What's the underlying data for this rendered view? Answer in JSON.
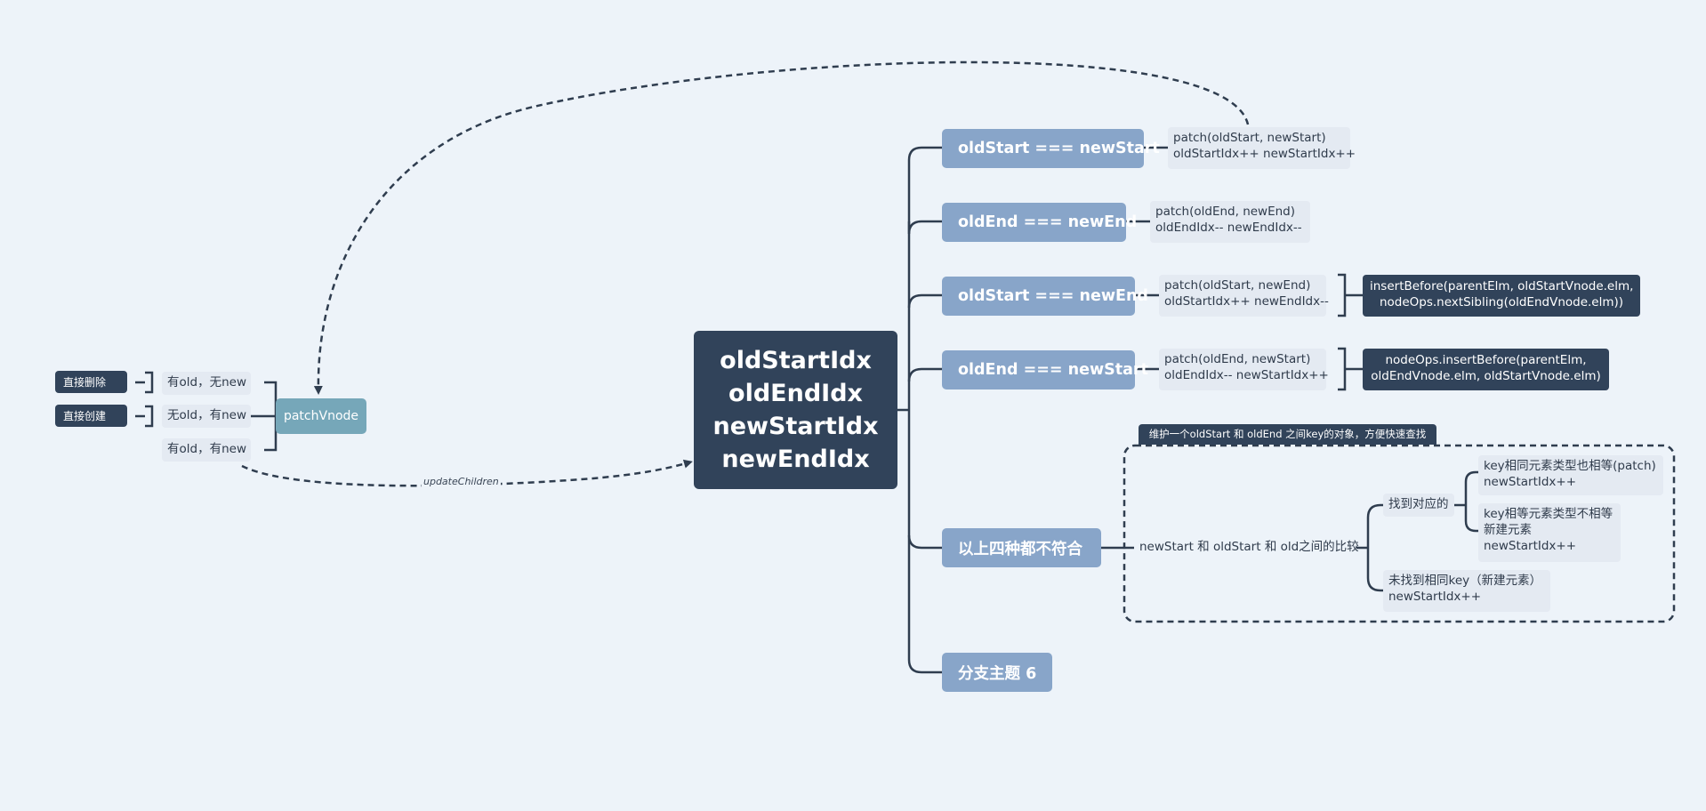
{
  "root": {
    "lines": [
      "oldStartIdx",
      "oldEndIdx",
      "newStartIdx",
      "newEndIdx"
    ]
  },
  "branches": [
    {
      "label": "oldStart === newStart",
      "detail": [
        "patch(oldStart, newStart)",
        "oldStartIdx++ newStartIdx++"
      ]
    },
    {
      "label": "oldEnd === newEnd",
      "detail": [
        "patch(oldEnd, newEnd)",
        "oldEndIdx-- newEndIdx--"
      ]
    },
    {
      "label": "oldStart === newEnd",
      "detail": [
        "patch(oldStart, newEnd)",
        "oldStartIdx++ newEndIdx--"
      ],
      "summary": [
        "insertBefore(parentElm, oldStartVnode.elm,",
        "nodeOps.nextSibling(oldEndVnode.elm))"
      ]
    },
    {
      "label": "oldEnd === newStart",
      "detail": [
        "patch(oldEnd, newStart)",
        "oldEndIdx-- newStartIdx++"
      ],
      "summary": [
        "nodeOps.insertBefore(parentElm,",
        "oldEndVnode.elm, oldStartVnode.elm)"
      ]
    },
    {
      "label": "以上四种都不符合",
      "compare": "newStart 和 oldStart 和 old之间的比较",
      "boundary_label": "维护一个oldStart 和 oldEnd 之间key的对象，方便快速查找",
      "found": {
        "label": "找到对应的",
        "children": [
          [
            "key相同元素类型也相等(patch)",
            "newStartIdx++"
          ],
          [
            "key相等元素类型不相等",
            "新建元素",
            "newStartIdx++"
          ]
        ]
      },
      "not_found": [
        "未找到相同key（新建元素）",
        "newStartIdx++"
      ]
    },
    {
      "label": "分支主题 6"
    }
  ],
  "left": {
    "patch_vnode": "patchVnode",
    "cases": [
      "有old，无new",
      "无old，有new",
      "有old，有new"
    ],
    "actions": [
      "直接删除",
      "直接创建"
    ],
    "curve_label": "updateChildren"
  },
  "colors": {
    "background": "#edf3f9",
    "root": "#31435a",
    "branch": "#88a5c9",
    "detail": "#e4eaf2",
    "patch_vnode": "#76a7b9",
    "line": "#2f3d4f"
  }
}
